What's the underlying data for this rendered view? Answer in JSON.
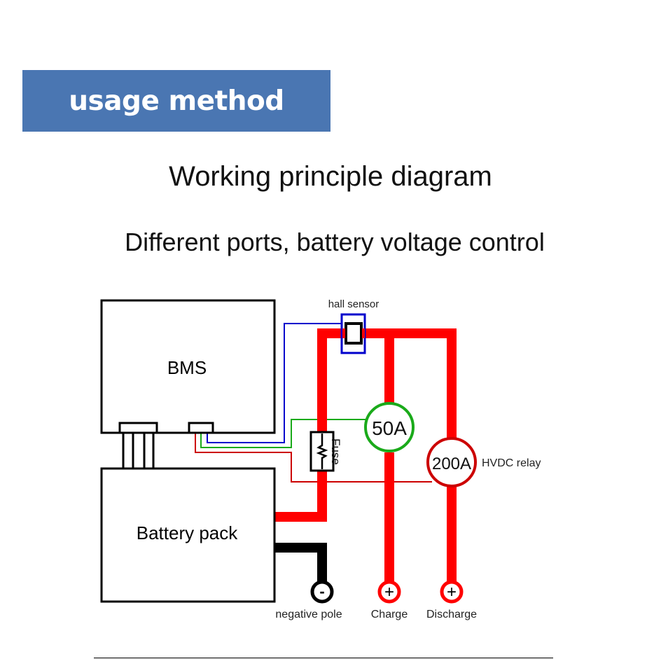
{
  "banner": {
    "label": "usage method"
  },
  "title": "Working principle diagram",
  "subtitle": "Different ports, battery voltage control",
  "diagram": {
    "components": {
      "bms": "BMS",
      "battery_pack": "Battery pack",
      "hall_sensor": "hall sensor",
      "fuse": "Fuse",
      "charge_relay_rating": "50A",
      "discharge_relay_rating": "200A",
      "discharge_relay_label": "HVDC relay"
    },
    "terminals": [
      {
        "symbol": "-",
        "label": "negative pole",
        "polarity": "negative"
      },
      {
        "symbol": "+",
        "label": "Charge",
        "polarity": "positive"
      },
      {
        "symbol": "+",
        "label": "Discharge",
        "polarity": "positive"
      }
    ],
    "colors": {
      "banner": "#4a76b2",
      "power_positive": "#ff0000",
      "power_negative": "#000000",
      "hall_signal": "#0000cc",
      "charge_control": "#1aaa1a",
      "discharge_control": "#cc0000"
    }
  }
}
